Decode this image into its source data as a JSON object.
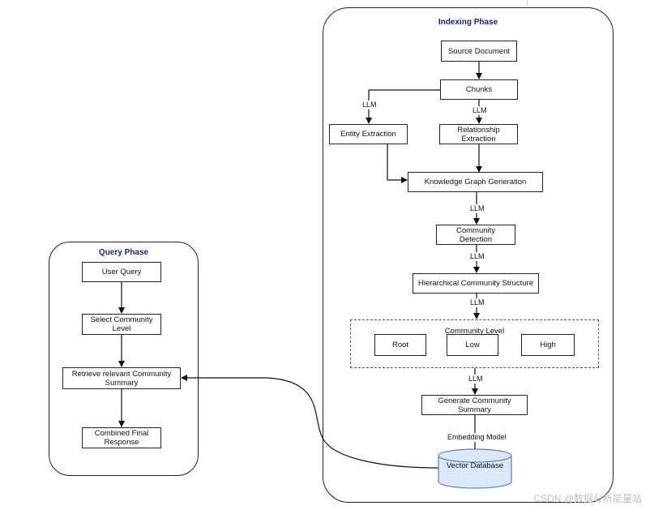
{
  "indexing": {
    "title": "Indexing Phase",
    "source_document": "Source Document",
    "chunks": "Chunks",
    "entity_extraction": "Entity Extraction",
    "relationship_extraction": "Relationship Extraction",
    "knowledge_graph_generation": "Knowledge Graph Generation",
    "community_detection": "Community Detection",
    "hierarchical_structure": "Hierarchical Community Structure",
    "community_level": {
      "title": "Community Level",
      "root": "Root",
      "low": "Low",
      "high": "High"
    },
    "generate_summary": "Generate Community Summary",
    "vector_database": "Vector Database"
  },
  "query": {
    "title": "Query Phase",
    "user_query": "User Query",
    "select_level": "Select Community Level",
    "retrieve_summary": "Retrieve  relevant Community Summary",
    "combined_response": "Combined Final Response"
  },
  "edge_labels": {
    "llm": "LLM",
    "embedding_model": "Embedding Model"
  },
  "watermark": "CSDN @数据分析能量站"
}
